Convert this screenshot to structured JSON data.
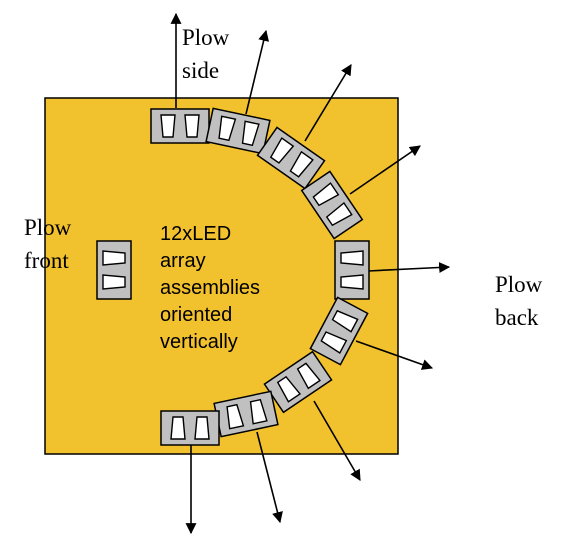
{
  "labels": {
    "plow_side_line1": "Plow",
    "plow_side_line2": "side",
    "plow_front_line1": "Plow",
    "plow_front_line2": "front",
    "plow_back_line1": "Plow",
    "plow_back_line2": "back",
    "center_text": [
      "12xLED",
      "array",
      "assemblies",
      "oriented",
      "vertically"
    ]
  },
  "colors": {
    "board": "#f2c12e",
    "module": "#c0c0c0",
    "stroke": "#000000",
    "led": "#ffffff"
  }
}
